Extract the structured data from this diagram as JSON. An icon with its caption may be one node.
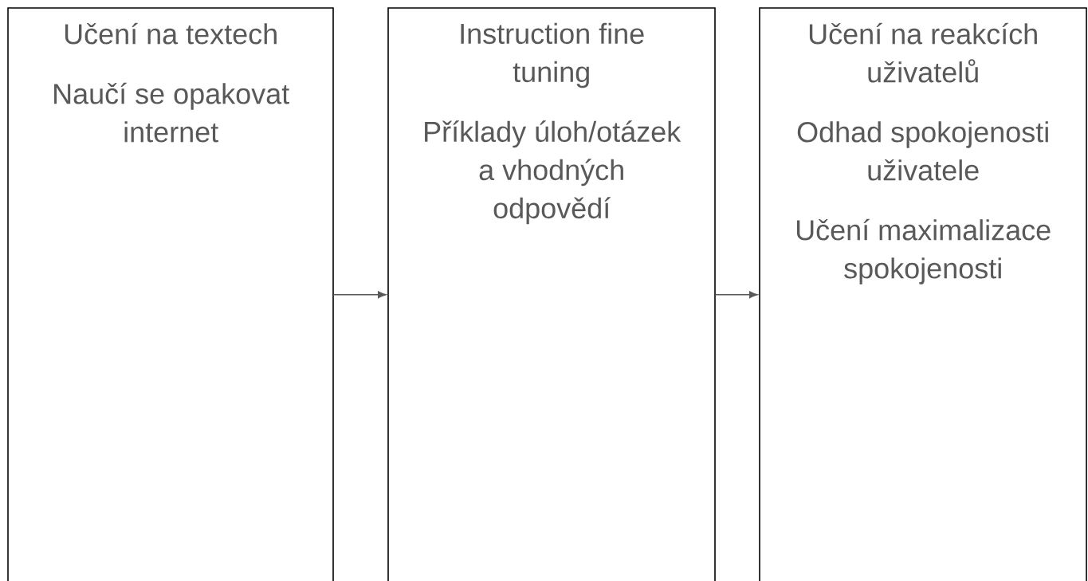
{
  "diagram": {
    "nodes": [
      {
        "text": [
          "Učení na textech",
          "Naučí se opakovat internet"
        ]
      },
      {
        "text": [
          "Instruction fine tuning",
          "Příklady úloh/otázek a vhodných odpovědí"
        ]
      },
      {
        "text": [
          "Učení na reakcích uživatelů",
          "Odhad spokojenosti uživatele",
          "Učení maximalizace spokojenosti"
        ]
      }
    ],
    "edges": [
      {
        "from": 0,
        "to": 1,
        "arrow": "to"
      },
      {
        "from": 1,
        "to": 2,
        "arrow": "to"
      }
    ]
  }
}
